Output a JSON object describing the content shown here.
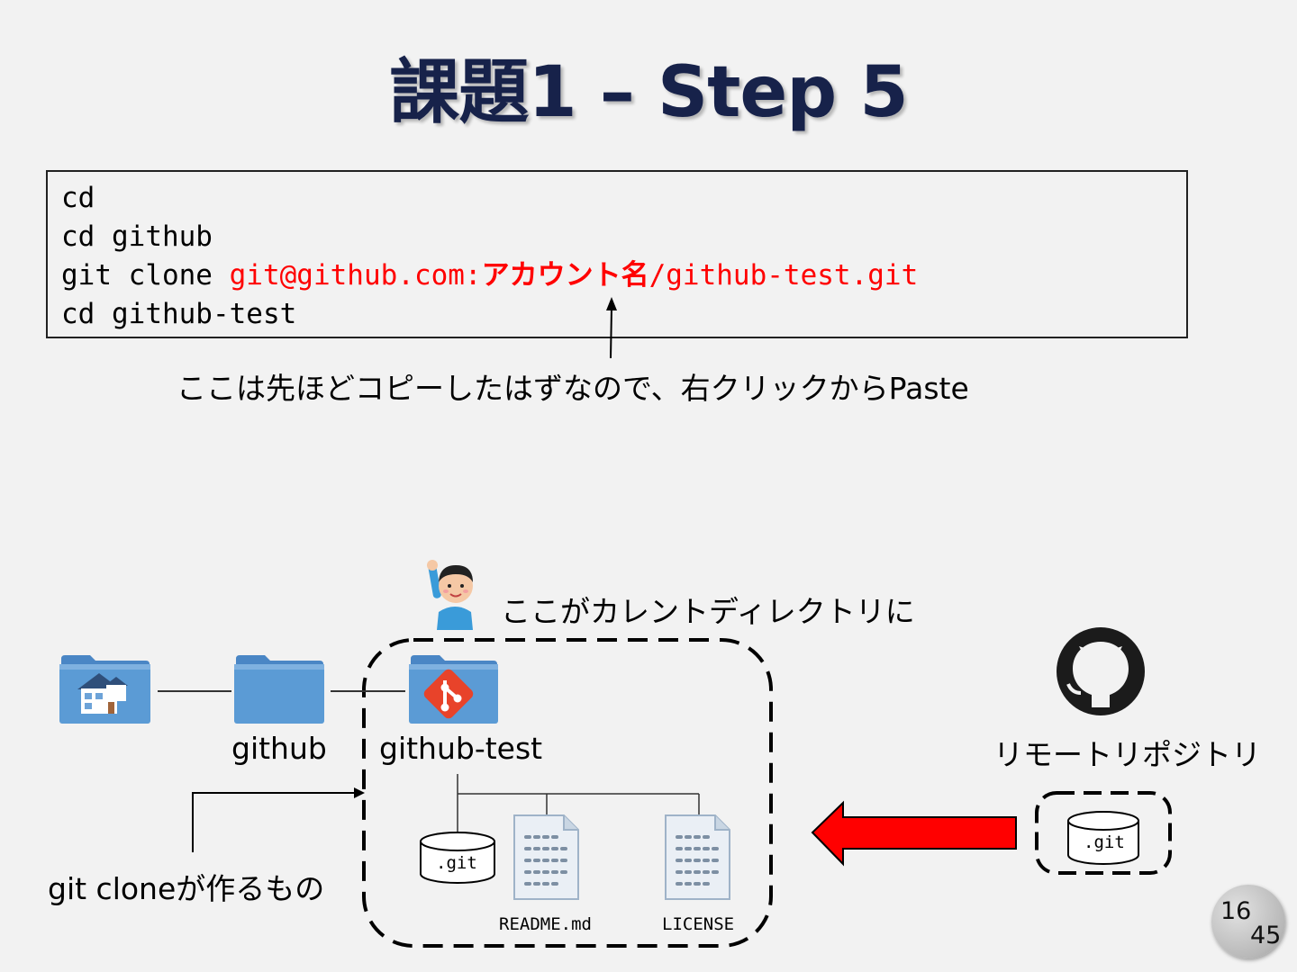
{
  "title": "課題1 – Step 5",
  "code": {
    "line1": "cd",
    "line2": "cd github",
    "line3_prefix": "git clone ",
    "line3_red_a": "git@github.com:",
    "line3_red_b": "アカウント名",
    "line3_red_c": "/github-test.git",
    "line4": "cd github-test"
  },
  "hint": "ここは先ほどコピーしたはずなので、右クリックからPaste",
  "diagram": {
    "current_dir_label": "ここがカレントディレクトリに",
    "folder_github": "github",
    "folder_github_test": "github-test",
    "git_clone_label": "git cloneが作るもの",
    "remote_label": "リモートリポジトリ",
    "git_db_label": ".git",
    "remote_git_label": ".git",
    "file_readme": "README.md",
    "file_license": "LICENSE"
  },
  "page": {
    "current": "16",
    "total": "45"
  },
  "colors": {
    "title": "#17224a",
    "highlight": "#ff0000",
    "folder": "#5b9bd5",
    "git_logo": "#e8432a"
  },
  "icons": [
    "home-folder-icon",
    "folder-icon",
    "git-folder-icon",
    "person-icon",
    "github-icon",
    "database-icon",
    "file-icon",
    "arrow-left-icon"
  ]
}
